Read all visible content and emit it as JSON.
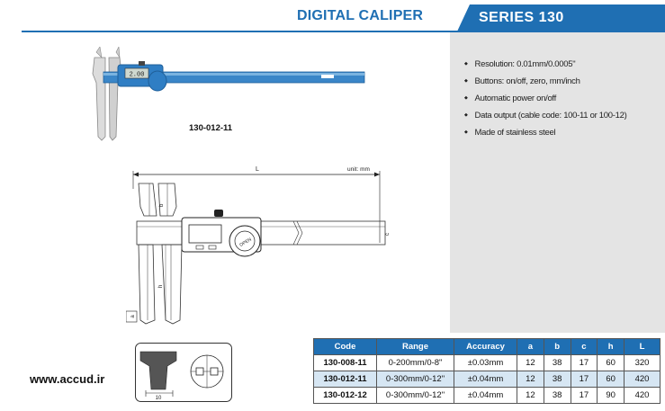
{
  "header": {
    "title": "DIGITAL CALIPER",
    "series": "SERIES 130"
  },
  "product": {
    "model_code": "130-012-11",
    "display_reading": "2.00"
  },
  "features": [
    "Resolution: 0.01mm/0.0005\"",
    "Buttons: on/off, zero, mm/inch",
    "Automatic power on/off",
    "Data output (cable code: 100-11 or 100-12)",
    "Made of stainless steel"
  ],
  "drawing": {
    "label_L": "L",
    "unit": "unit: mm",
    "label_h": "h",
    "label_c": "c",
    "label_b": "b",
    "label_a": "a",
    "label_open": "OPEN",
    "tip_width": "10"
  },
  "website": "www.accud.ir",
  "table": {
    "headers": [
      "Code",
      "Range",
      "Accuracy",
      "a",
      "b",
      "c",
      "h",
      "L"
    ],
    "rows": [
      [
        "130-008-11",
        "0-200mm/0-8\"",
        "±0.03mm",
        "12",
        "38",
        "17",
        "60",
        "320"
      ],
      [
        "130-012-11",
        "0-300mm/0-12\"",
        "±0.04mm",
        "12",
        "38",
        "17",
        "60",
        "420"
      ],
      [
        "130-012-12",
        "0-300mm/0-12\"",
        "±0.04mm",
        "12",
        "38",
        "17",
        "90",
        "420"
      ]
    ]
  },
  "colors": {
    "brand_blue": "#1f6fb3",
    "panel_gray": "#e4e4e4",
    "row_highlight": "#d6e6f3"
  }
}
